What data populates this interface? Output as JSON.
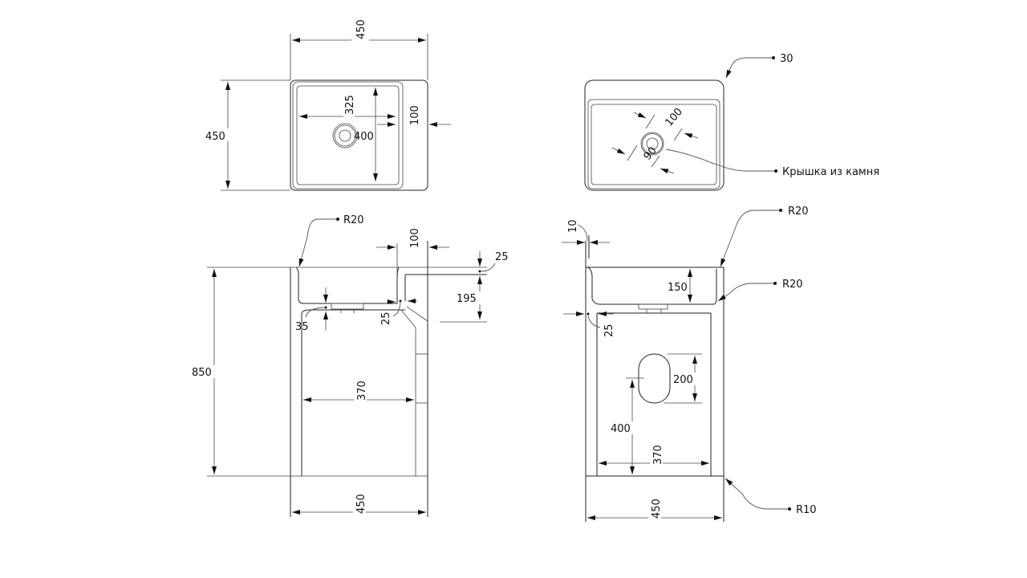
{
  "top_plan_left": {
    "width_dim": "450",
    "depth_dim": "450",
    "inner_width_dim": "325",
    "inner_depth_dim": "400",
    "offset_dim": "100"
  },
  "top_plan_right": {
    "corner_callout": "30",
    "diag_dim_outer": "100",
    "diag_dim_inner": "90",
    "drain_callout": "Крышка из камня"
  },
  "front_left": {
    "radius_callout": "R20",
    "height_dim": "850",
    "width_dim": "450",
    "inner_width_dim": "370",
    "top_offset_dim": "100",
    "rim_dim": "25",
    "basin_depth_dim": "195",
    "bottom_thickness_dim": "35",
    "wall_dim": "25"
  },
  "front_right": {
    "radius_callout_top": "R20",
    "radius_callout_bottom": "R20",
    "radius_callout_base": "R10",
    "wall_thickness_dim": "10",
    "basin_depth_dim": "150",
    "side_wall_dim": "25",
    "hole_height_dim": "200",
    "hole_elevation_dim": "400",
    "inner_width_dim": "370",
    "width_dim": "450"
  }
}
